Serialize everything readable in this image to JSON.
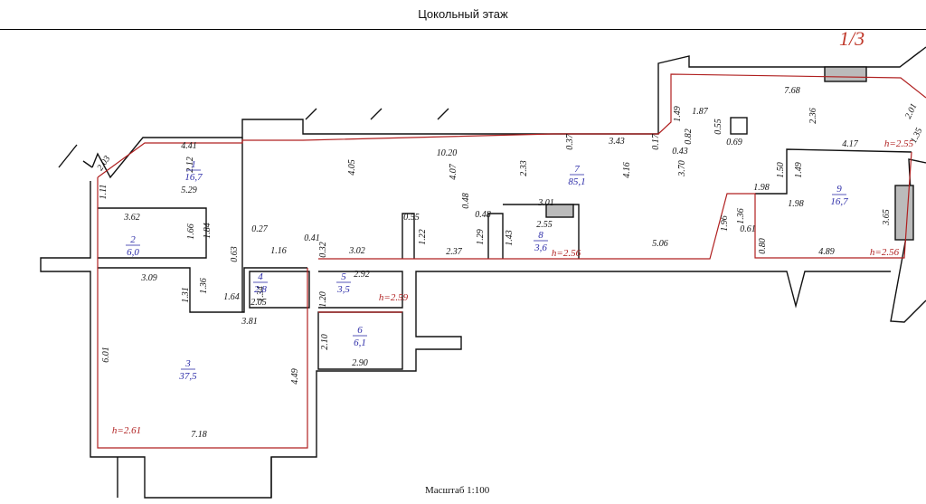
{
  "header": {
    "title": "Цокольный этаж"
  },
  "footer": {
    "scale": "Масштаб 1:100"
  },
  "sheet": {
    "label": "1/3"
  },
  "rooms": [
    {
      "num": "1",
      "area": "16,7"
    },
    {
      "num": "2",
      "area": "6,0"
    },
    {
      "num": "3",
      "area": "37,5"
    },
    {
      "num": "4",
      "area": "2,8"
    },
    {
      "num": "5",
      "area": "3,5"
    },
    {
      "num": "6",
      "area": "6,1"
    },
    {
      "num": "7",
      "area": "85,1"
    },
    {
      "num": "8",
      "area": "3,6"
    },
    {
      "num": "9",
      "area": "16,7"
    }
  ],
  "heights": [
    "h=2.55",
    "h=2.56",
    "h=2.56",
    "h=2.59",
    "h=2.61"
  ],
  "dimensions": [
    "4.41",
    "2.03",
    "2.12",
    "1.11",
    "5.29",
    "3.62",
    "1.66",
    "1.84",
    "0.63",
    "0.27",
    "1.16",
    "0.41",
    "0.32",
    "3.02",
    "1.22",
    "0.55",
    "10.20",
    "4.05",
    "4.07",
    "2.33",
    "0.37",
    "3.43",
    "0.17",
    "0.82",
    "0.43",
    "4.16",
    "3.70",
    "1.49",
    "1.87",
    "7.68",
    "0.55",
    "0.69",
    "2.36",
    "2.01",
    "1.35",
    "4.17",
    "1.50",
    "1.49",
    "1.98",
    "1.98",
    "1.36",
    "1.96",
    "0.61",
    "0.80",
    "5.06",
    "4.89",
    "3.65",
    "2.37",
    "1.29",
    "0.48",
    "0.48",
    "3.01",
    "2.55",
    "1.43",
    "3.09",
    "1.31",
    "1.36",
    "1.64",
    "3.81",
    "1.34",
    "2.05",
    "1.20",
    "2.92",
    "2.10",
    "2.90",
    "6.01",
    "4.49",
    "7.18"
  ]
}
